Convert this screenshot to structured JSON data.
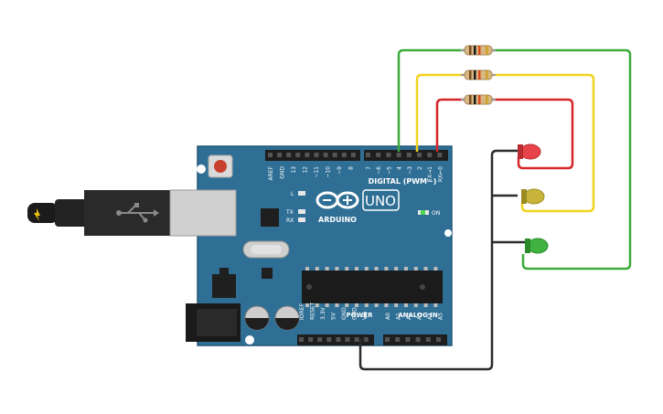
{
  "board": {
    "brand": "ARDUINO",
    "model": "UNO",
    "digital_header": "DIGITAL (PWM~)",
    "power_header": "POWER",
    "analog_header": "ANALOG IN",
    "on_label": "ON",
    "led_l": "L",
    "led_tx": "TX",
    "led_rx": "RX",
    "digital_pins_left": [
      "AREF",
      "GND",
      "13",
      "12",
      "~11",
      "~10",
      "~9",
      "8"
    ],
    "digital_pins_right": [
      "7",
      "~6",
      "~5",
      "4",
      "~3",
      "2",
      "TX→1",
      "RX←0"
    ],
    "power_pins": [
      "IOREF",
      "RESET",
      "3.3V",
      "5V",
      "GND",
      "GND",
      "Vin"
    ],
    "analog_pins": [
      "A0",
      "A1",
      "A2",
      "A3",
      "A4",
      "A5"
    ]
  },
  "colors": {
    "board": "#2f6f95",
    "wire_green": "#3cab3c",
    "wire_yellow": "#f1d31f",
    "wire_red": "#d7262a",
    "wire_black": "#2c2c2c",
    "led_red": "#e8434a",
    "led_yellow": "#c8b43a",
    "led_green": "#3fb23f",
    "resistor_body": "#d9b783"
  },
  "components": {
    "resistors": [
      "resistor-green-line",
      "resistor-yellow-line",
      "resistor-red-line"
    ],
    "leds": [
      "red-led",
      "yellow-led",
      "green-led"
    ],
    "icons": [
      "usb-plug-icon",
      "arduino-infinity-logo",
      "reset-button",
      "power-jack",
      "capacitor-icon",
      "crystal-icon",
      "chip-icon"
    ]
  }
}
